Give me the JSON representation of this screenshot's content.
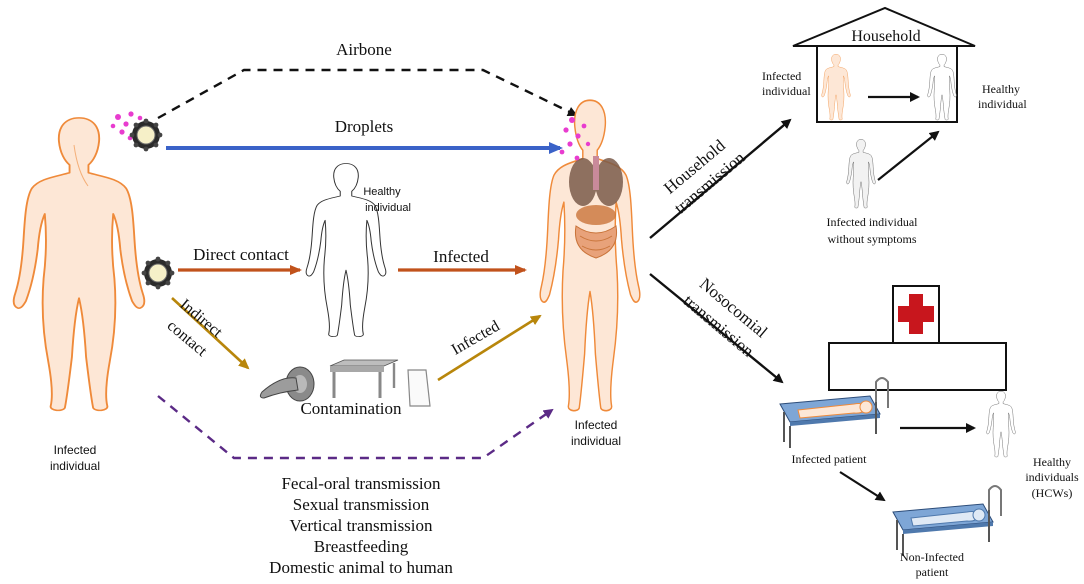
{
  "labels": {
    "airborne": "Airbone",
    "droplets": "Droplets",
    "direct_contact": "Direct contact",
    "infected_mid": "Infected",
    "infected_low": "Infected",
    "indirect_line1": "Indirect",
    "indirect_line2": "contact",
    "contamination": "Contamination",
    "healthy_center_line1": "Healthy",
    "healthy_center_line2": "individual",
    "source_line1": "Infected",
    "source_line2": "individual",
    "target_line1": "Infected",
    "target_line2": "individual",
    "household_title": "Household",
    "household_transmission_line1": "Household",
    "household_transmission_line2": "transmission",
    "hh_infected_line1": "Infected",
    "hh_infected_line2": "individual",
    "hh_healthy_line1": "Healthy",
    "hh_healthy_line2": "individual",
    "hh_asym_line1": "Infected individual",
    "hh_asym_line2": "without symptoms",
    "nosocomial_line1": "Nosocomial",
    "nosocomial_line2": "transmission",
    "hosp_infected_patient": "Infected patient",
    "hosp_healthy_line1": "Healthy",
    "hosp_healthy_line2": "individuals",
    "hosp_healthy_line3": "(HCWs)",
    "hosp_noninfected_line1": "Non-Infected",
    "hosp_noninfected_line2": "patient"
  },
  "other_routes": [
    "Fecal-oral transmission",
    "Sexual transmission",
    "Vertical transmission",
    "Breastfeeding",
    "Domestic animal to human"
  ],
  "colors": {
    "airborne_arrow": "#111111",
    "droplets_arrow": "#3a62c8",
    "direct_contact_arrow": "#c1521b",
    "indirect_arrow": "#b8860b",
    "other_routes_arrow": "#5b2a86",
    "virus_particles": "#e83ccf",
    "hospital_cross": "#c8161d",
    "infected_body_fill": "#fde7d6",
    "infected_body_outline": "#ef8a3a"
  }
}
